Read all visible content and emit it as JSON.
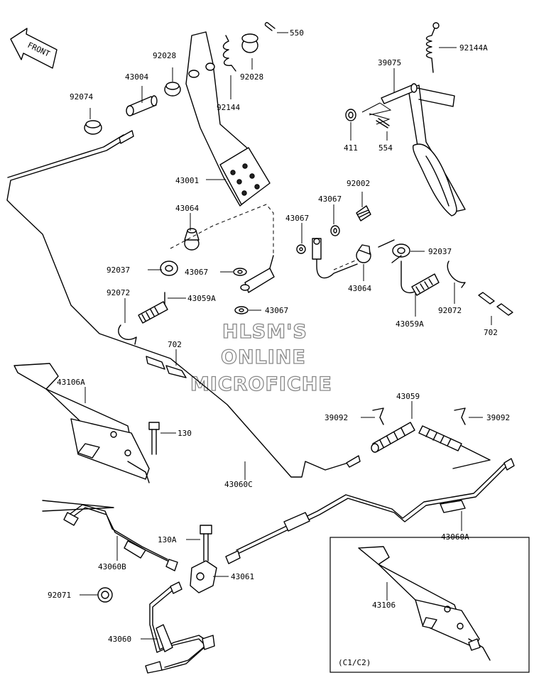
{
  "front_arrow": {
    "label": "FRONT",
    "icon": "front-direction-arrow-icon"
  },
  "watermark": {
    "line1": "HLSM'S",
    "line2": "ONLINE",
    "line3": "MICROFICHE"
  },
  "parts": {
    "p550": "550",
    "p92028a": "92028",
    "p92028b": "92028",
    "p92144a": "92144A",
    "p39075": "39075",
    "p43004": "43004",
    "p92144": "92144",
    "p92074": "92074",
    "p411": "411",
    "p554": "554",
    "p43001": "43001",
    "p92002": "92002",
    "p43067a": "43067",
    "p43067b": "43067",
    "p43064a": "43064",
    "p43067c": "43067",
    "p92037a": "92037",
    "p92037b": "92037",
    "p43064b": "43064",
    "p92072a": "92072",
    "p43059a1": "43059A",
    "p43067d": "43067",
    "p92072b": "92072",
    "p43059a2": "43059A",
    "p702a": "702",
    "p702b": "702",
    "p43106a": "43106A",
    "p43059": "43059",
    "p39092a": "39092",
    "p39092b": "39092",
    "p130": "130",
    "p43060c": "43060C",
    "p43060a": "43060A",
    "p130a": "130A",
    "p43060b": "43060B",
    "p43061": "43061",
    "p92071": "92071",
    "p43106": "43106",
    "p43060": "43060"
  },
  "inset": {
    "caption": "(C1/C2)"
  }
}
